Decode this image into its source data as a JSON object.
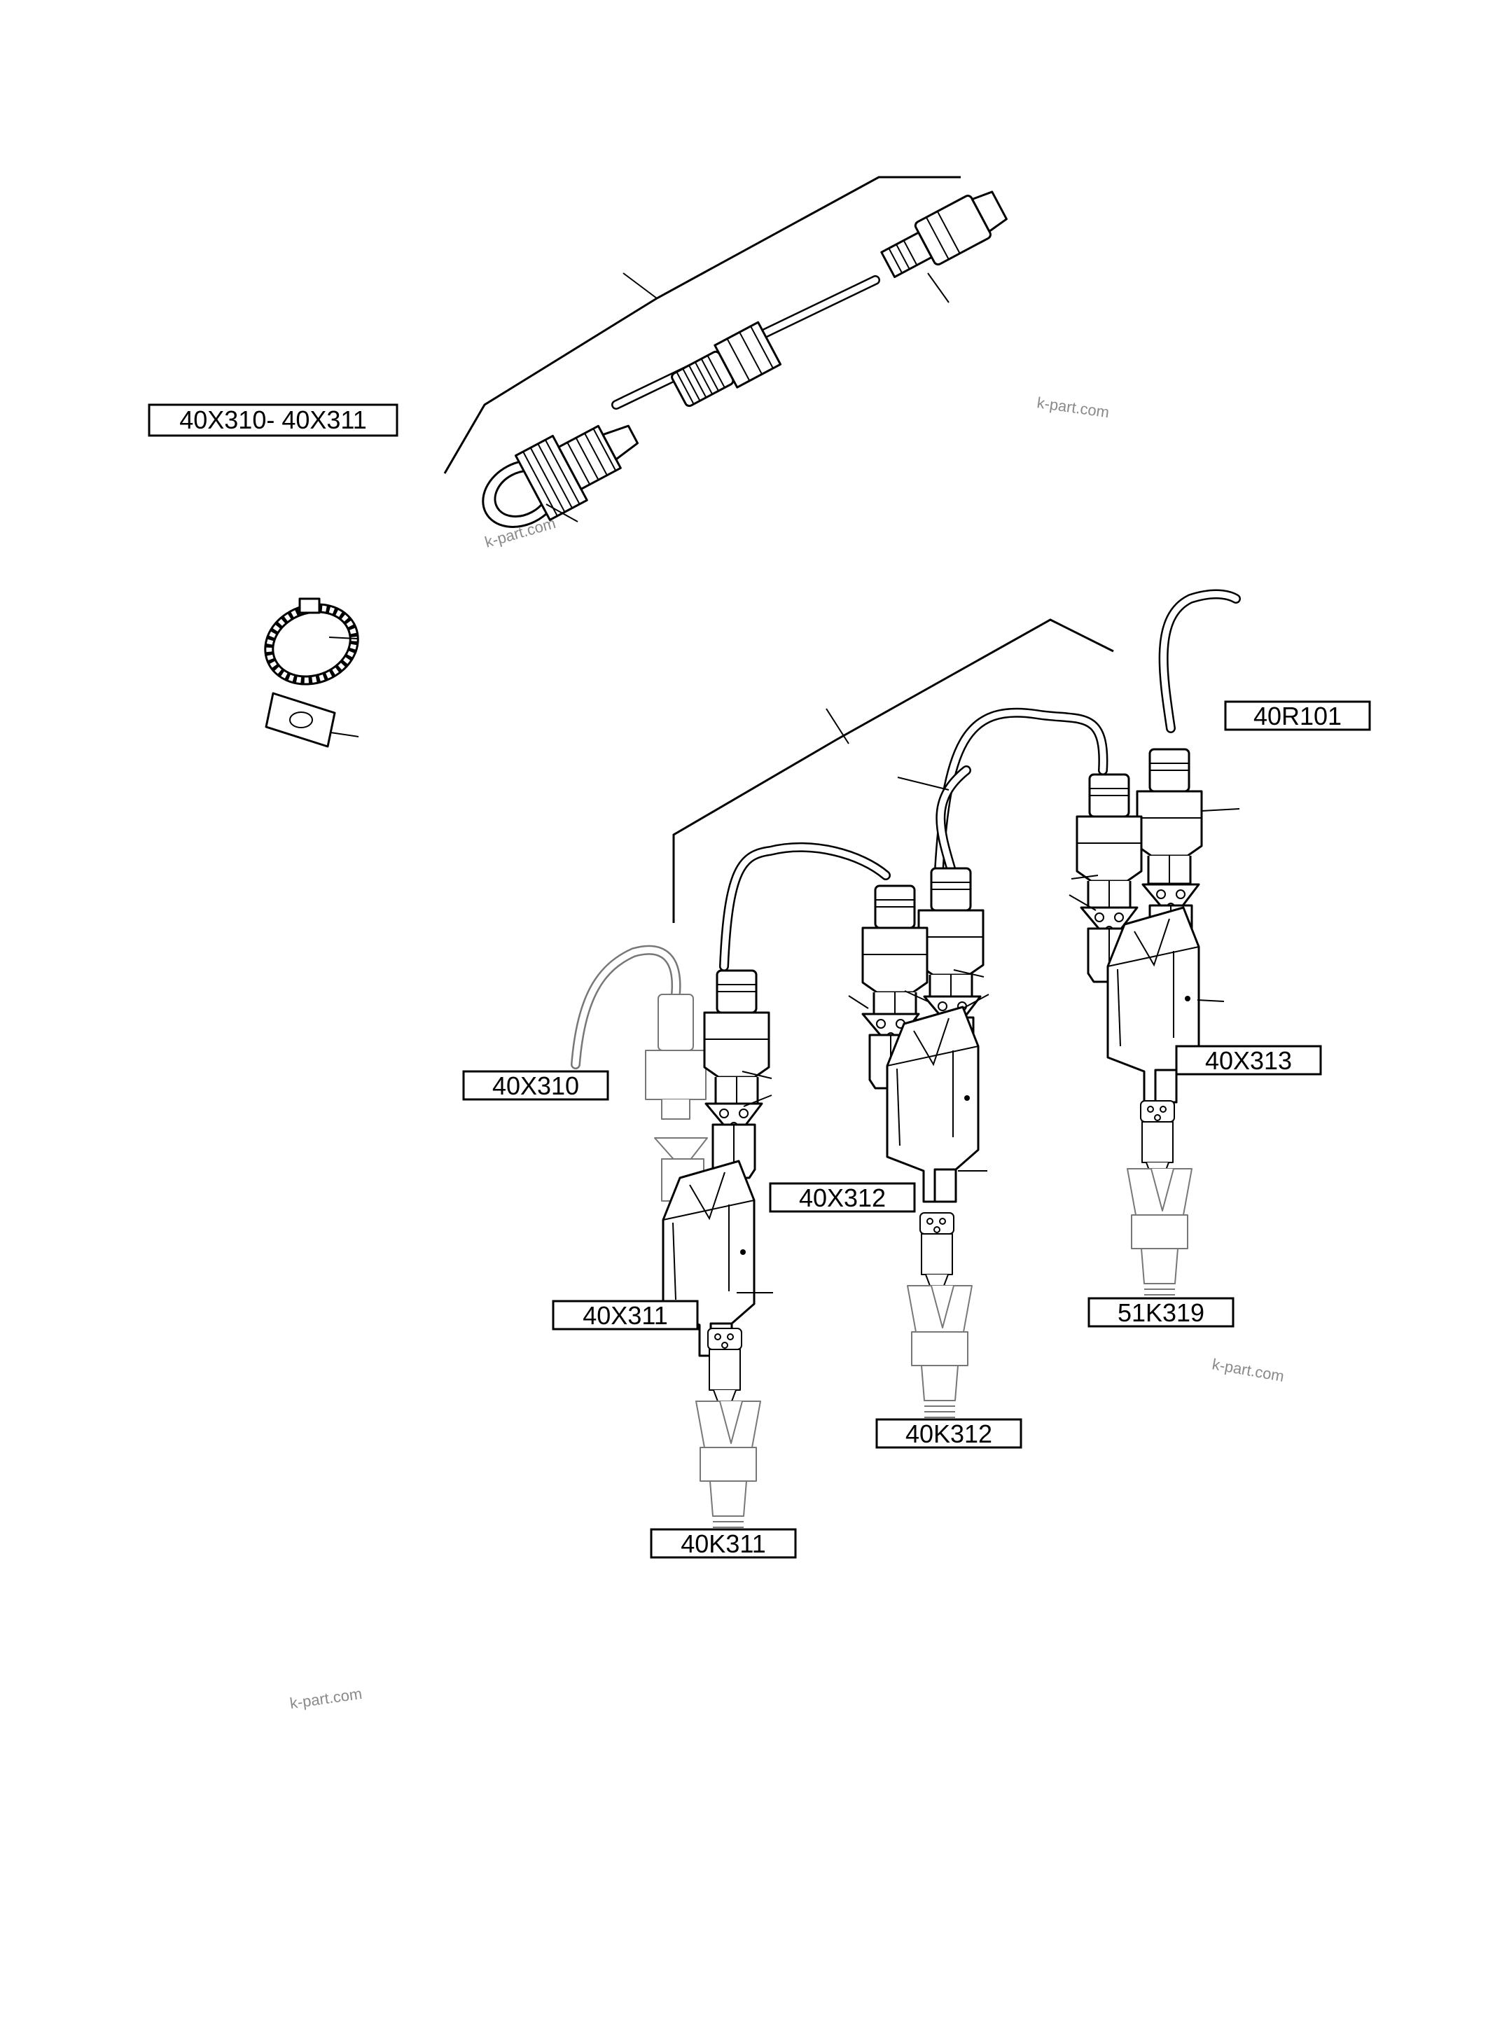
{
  "labels": {
    "harness_main": "40X310- 40X311",
    "r101": "40R101",
    "x310": "40X310",
    "x311": "40X311",
    "x312": "40X312",
    "x313": "40X313",
    "k311": "40K311",
    "k312": "40K312",
    "k319": "51K319"
  },
  "watermarks": [
    "k-part.com",
    "k-part.com",
    "k-part.com",
    "k-part.com"
  ],
  "colors": {
    "ink": "#000000",
    "watermark": "#8a8a8a",
    "background": "#ffffff"
  }
}
